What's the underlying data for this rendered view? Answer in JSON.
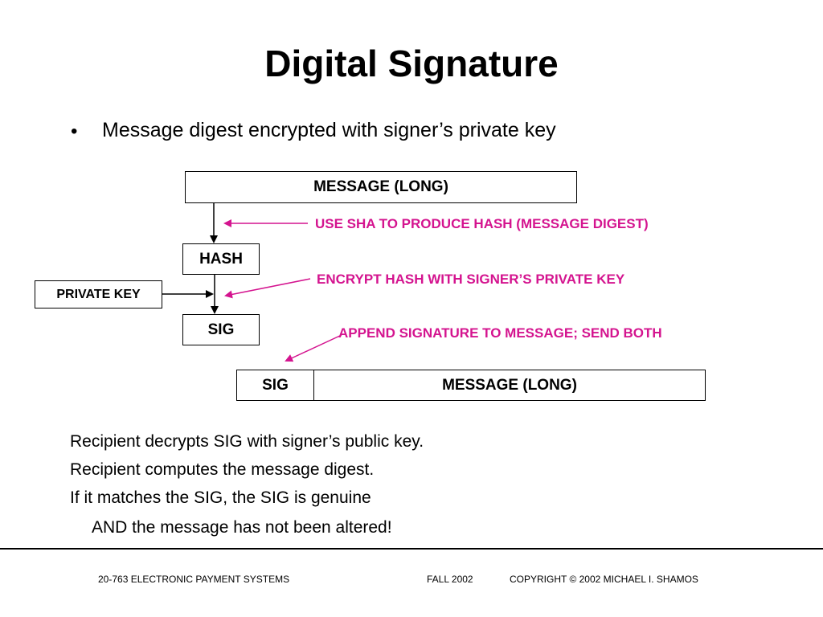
{
  "title": "Digital Signature",
  "bullet": {
    "marker": "•",
    "text": "Message digest encrypted with signer’s private key"
  },
  "diagram": {
    "message_box": "MESSAGE (LONG)",
    "hash_box": "HASH",
    "private_key_box": "PRIVATE KEY",
    "sig_box": "SIG",
    "result_sig": "SIG",
    "result_message": "MESSAGE (LONG)",
    "notes": {
      "sha": "USE SHA TO PRODUCE HASH (MESSAGE DIGEST)",
      "encrypt": "ENCRYPT HASH WITH SIGNER’S PRIVATE KEY",
      "append": "APPEND SIGNATURE TO MESSAGE; SEND BOTH"
    },
    "accent_color": "#d4148f"
  },
  "body_lines": [
    "Recipient decrypts SIG with signer’s public key.",
    "Recipient computes the message digest.",
    "If it matches the SIG, the SIG is genuine",
    "AND the message has not been altered!"
  ],
  "footer": {
    "course": "20-763 ELECTRONIC PAYMENT SYSTEMS",
    "term": "FALL 2002",
    "copyright": "COPYRIGHT © 2002 MICHAEL I. SHAMOS"
  }
}
